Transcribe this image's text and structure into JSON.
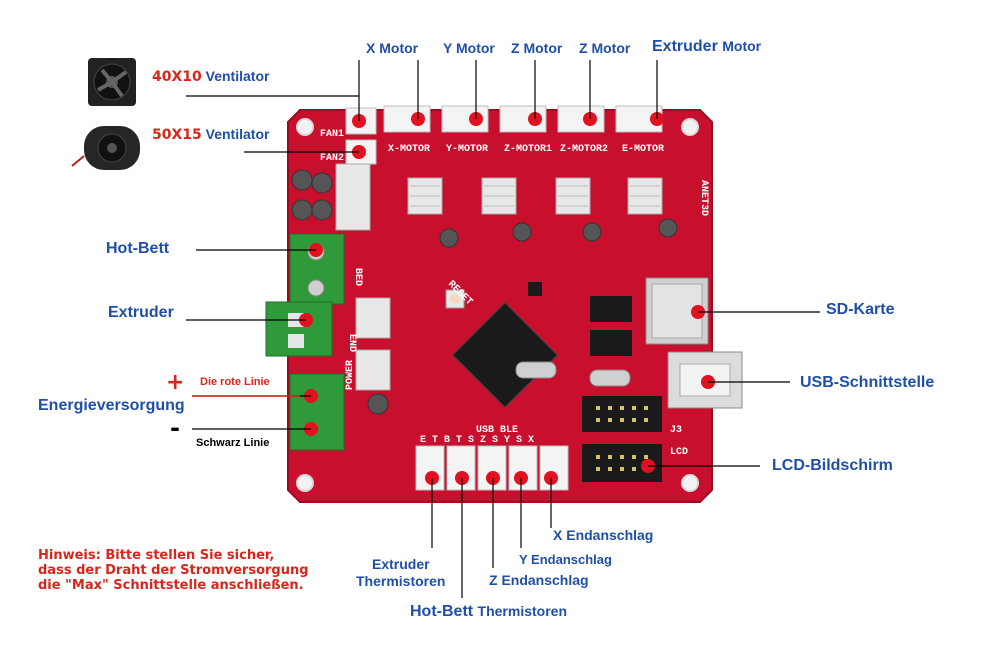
{
  "motors": {
    "x": "X Motor",
    "y": "Y Motor",
    "z1": "Z Motor",
    "z2": "Z Motor",
    "extruder_word": "Extruder",
    "extruder_motor": "Motor"
  },
  "fans": {
    "fan1_size": "40X10",
    "fan1_label": "Ventilator",
    "fan2_size": "50X15",
    "fan2_label": "Ventilator"
  },
  "left": {
    "hotbed": "Hot-Bett",
    "extruder": "Extruder",
    "power": "Energieversorgung",
    "red_line": "Die rote Linie",
    "black_line": "Schwarz Linie",
    "plus": "+",
    "minus": "-"
  },
  "right": {
    "sd": "SD-Karte",
    "usb": "USB-Schnittstelle",
    "lcd": "LCD-Bildschirm"
  },
  "bottom": {
    "x_end": "X Endanschlag",
    "y_end": "Y Endanschlag",
    "z_end": "Z Endanschlag",
    "extruder_therm_1": "Extruder",
    "extruder_therm_2": "Thermistoren",
    "hotbed_therm_1": "Hot-Bett",
    "hotbed_therm_2": "Thermistoren"
  },
  "note": {
    "line1": "Hinweis: Bitte stellen Sie sicher,",
    "line2": "dass der Draht der Stromversorgung",
    "line3": "die \"Max\" Schnittstelle anschließen."
  },
  "board": {
    "brand": "ANET3D",
    "silk_fan1": "FAN1",
    "silk_fan2": "FAN2",
    "silk_xmotor": "X-MOTOR",
    "silk_ymotor": "Y-MOTOR",
    "silk_zmotor1": "Z-MOTOR1",
    "silk_zmotor2": "Z-MOTOR2",
    "silk_emotor": "E-MOTOR",
    "silk_bed": "BED",
    "silk_end": "END",
    "silk_power": "POWER",
    "silk_usb": "USB BLE",
    "silk_lcd": "LCD",
    "silk_j3": "J3",
    "silk_reset": "RESET",
    "silk_endstops": "E T B T S Z S Y S X"
  },
  "colors": {
    "board": "#c8102e",
    "label_blue": "#1f4fa8",
    "note_red": "#d8261b",
    "terminal_green": "#2f9a3a"
  }
}
